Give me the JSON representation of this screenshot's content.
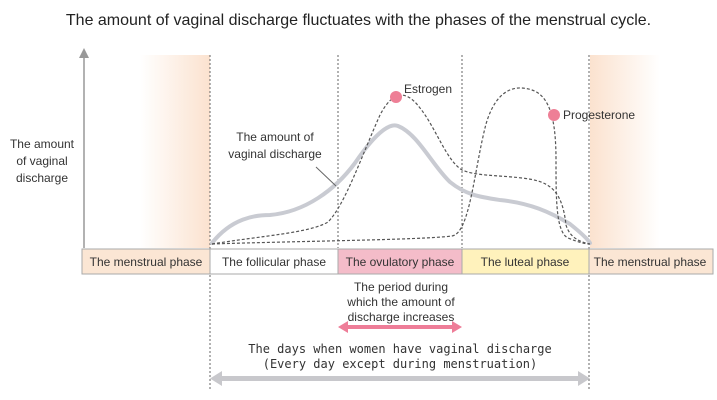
{
  "title": "The amount of vaginal discharge fluctuates with the phases of the menstrual cycle.",
  "y_axis_label": [
    "The amount",
    "of vaginal",
    "discharge"
  ],
  "curve_label": [
    "The amount of",
    "vaginal discharge"
  ],
  "hormones": {
    "estrogen": "Estrogen",
    "progesterone": "Progesterone",
    "marker_color": "#ee7f96"
  },
  "phases": [
    {
      "label": "The menstrual phase",
      "color": "#fbe6d4"
    },
    {
      "label": "The follicular phase",
      "color": "#ffffff"
    },
    {
      "label": "The ovulatory phase",
      "color": "#f4bcc9"
    },
    {
      "label": "The luteal phase",
      "color": "#fff2bc"
    },
    {
      "label": "The menstrual phase",
      "color": "#fbe6d4"
    }
  ],
  "ovulatory_note": [
    "The period during",
    "which the amount of",
    "discharge increases"
  ],
  "discharge_days": [
    "The days when women have vaginal discharge",
    "(Every day except during menstruation)"
  ],
  "colors": {
    "curve": "#c9cbd2",
    "hormone_line": "#555555",
    "pink_arrow": "#ee7d98",
    "gray_arrow": "#c8c8cc",
    "axis": "#999999",
    "band_fade": "#fbe2cf"
  }
}
